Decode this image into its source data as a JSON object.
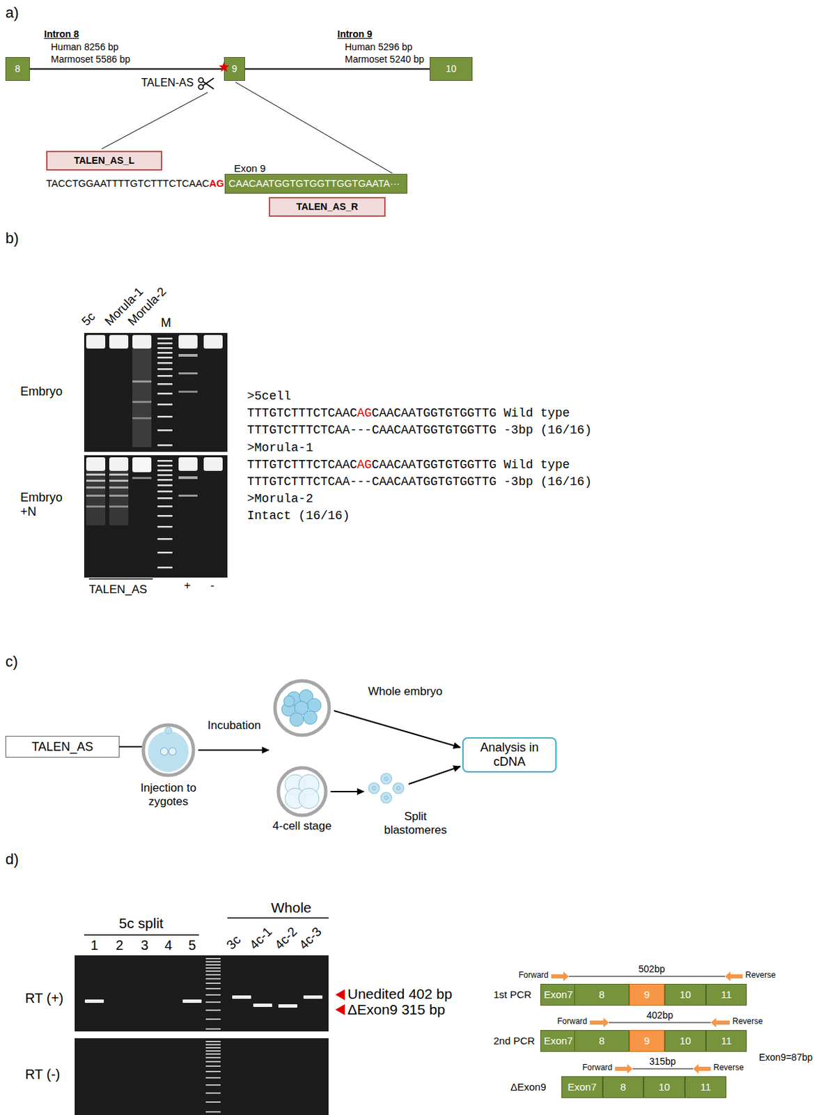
{
  "diagram": {
    "nodes": [
      {
        "text": [
          "8"
        ]
      },
      {
        "text": [
          "9"
        ]
      },
      {
        "text": [
          "10"
        ]
      },
      {
        "text": [
          "TALEN_AS_L"
        ]
      },
      {
        "text": [
          "Exon 9",
          "CAACAATGGTGTGGTTGGTGAATA···"
        ]
      },
      {
        "text": [
          "TALEN_AS_R"
        ]
      },
      {
        "text": [
          "TALEN_AS"
        ]
      },
      {
        "text": [
          "Injection to zygotes"
        ]
      },
      {
        "text": [
          "Analysis in cDNA"
        ]
      },
      {
        "text": [
          "Exon7"
        ]
      },
      {
        "text": [
          "8"
        ]
      },
      {
        "text": [
          "9"
        ]
      },
      {
        "text": [
          "10"
        ]
      },
      {
        "text": [
          "11"
        ]
      },
      {
        "text": [
          "Exon7"
        ]
      },
      {
        "text": [
          "8"
        ]
      },
      {
        "text": [
          "9"
        ]
      },
      {
        "text": [
          "10"
        ]
      },
      {
        "text": [
          "11"
        ]
      },
      {
        "text": [
          "Exon7"
        ]
      },
      {
        "text": [
          "8"
        ]
      },
      {
        "text": [
          "10"
        ]
      },
      {
        "text": [
          "11"
        ]
      }
    ],
    "edges": [
      {
        "from": 0,
        "to": 1,
        "arrow": "none"
      },
      {
        "from": 1,
        "to": 2,
        "arrow": "none"
      },
      {
        "from": 6,
        "to": 7,
        "arrow": "none"
      }
    ],
    "labels": [
      "a)",
      "Intron 8",
      "Human 8256 bp",
      "Marmoset 5586 bp",
      "Intron 9",
      "Human 5296 bp",
      "Marmoset 5240 bp",
      "TALEN-AS",
      "TACCTGGAATTTTGTCTTTCTCAAC",
      "AG",
      "b)",
      "5c",
      "Morula-1",
      "Morula-2",
      "M",
      "Embryo",
      "Embryo +N",
      "TALEN_AS",
      "+",
      "-",
      ">5cell",
      "TTTGTCTTTCTCAAC",
      "AG",
      "CAACAATGGTGTGGTTG Wild type",
      "TTTGTCTTTCTCAA---CAACAATGGTGTGGTTG -3bp (16/16)",
      ">Morula-1",
      "TTTGTCTTTCTCAAC",
      "AG",
      "CAACAATGGTGTGGTTG Wild type",
      "TTTGTCTTTCTCAA---CAACAATGGTGTGGTTG -3bp (16/16)",
      ">Morula-2",
      "Intact (16/16)",
      "c)",
      "Incubation",
      "Whole embryo",
      "4-cell stage",
      "Split blastomeres",
      "d)",
      "5c split",
      "1",
      "2",
      "3",
      "4",
      "5",
      "Whole",
      "3c",
      "4c-1",
      "4c-2",
      "4c-3",
      "RT (+)",
      "RT (-)",
      "Unedited 402 bp",
      "ΔExon9 315 bp",
      "Forward",
      "502bp",
      "Reverse",
      "1st PCR",
      "Forward",
      "402bp",
      "Reverse",
      "2nd PCR",
      "Exon9=87bp",
      "Forward",
      "315bp",
      "Reverse",
      "ΔExon9"
    ]
  }
}
